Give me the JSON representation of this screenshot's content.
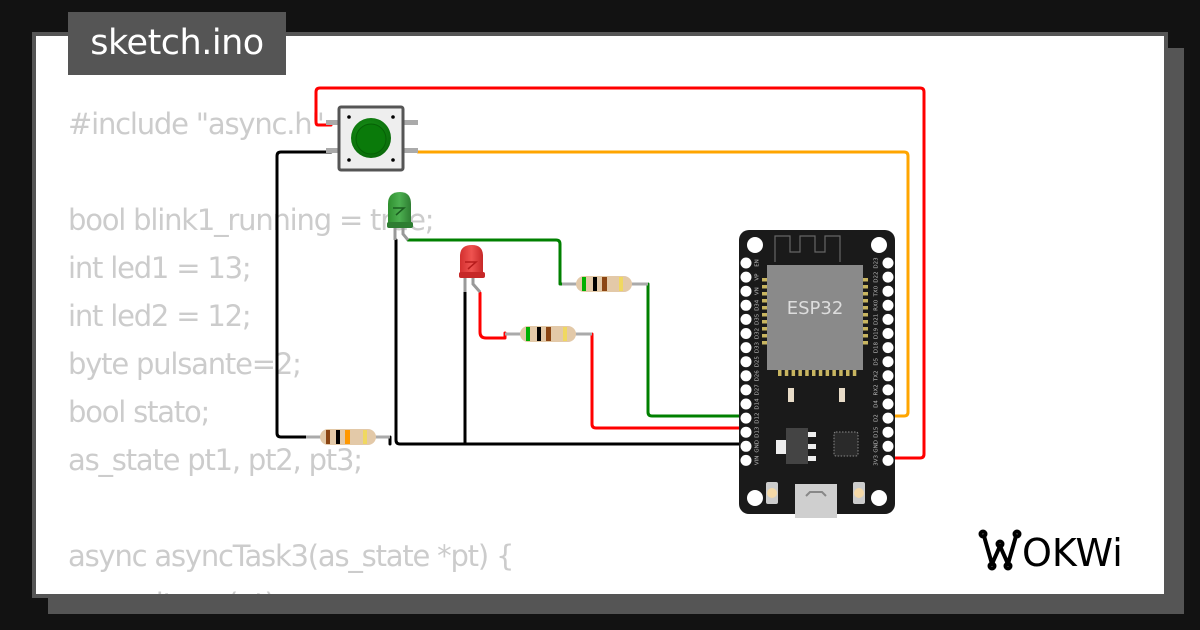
{
  "file_tab": {
    "label": "sketch.ino"
  },
  "code_lines": [
    "#include \"async.h\"",
    "",
    "bool blink1_running = true;",
    "int led1 = 13;",
    "int led2 = 12;",
    "byte pulsante=2;",
    "bool stato;",
    "as_state pt1, pt2, pt3;",
    "",
    "async asyncTask3(as_state *pt) {",
    "    await_ms(pt);"
  ],
  "board": {
    "name": "ESP32",
    "left_pins": [
      "EN",
      "VP",
      "VN",
      "D34",
      "D35",
      "D32",
      "D33",
      "D25",
      "D26",
      "D27",
      "D14",
      "D12",
      "D13",
      "GND",
      "VIN"
    ],
    "right_pins": [
      "D23",
      "D22",
      "TX0",
      "RX0",
      "D21",
      "D19",
      "D18",
      "D5",
      "TX2",
      "RX2",
      "D4",
      "D2",
      "D15",
      "GND",
      "3V3"
    ]
  },
  "components": {
    "pushbutton": {
      "color": "green"
    },
    "led_1": {
      "color": "green"
    },
    "led_2": {
      "color": "red"
    },
    "resistors": [
      {
        "id": "r-button",
        "bands": [
          "brown",
          "black",
          "orange"
        ]
      },
      {
        "id": "r-led-green",
        "bands": [
          "green",
          "black",
          "brown"
        ]
      },
      {
        "id": "r-led-red",
        "bands": [
          "green",
          "black",
          "brown"
        ]
      }
    ]
  },
  "wires": [
    {
      "id": "wire-3v3-button",
      "color": "#ff0000"
    },
    {
      "id": "wire-d2-button",
      "color": "#ffa500"
    },
    {
      "id": "wire-button-gnd",
      "color": "#000000"
    },
    {
      "id": "wire-d12-led-green",
      "color": "#008000"
    },
    {
      "id": "wire-d13-led-red",
      "color": "#ff0000"
    },
    {
      "id": "wire-gnd-common",
      "color": "#000000"
    }
  ],
  "brand": {
    "logo_text": "WOKWi"
  }
}
